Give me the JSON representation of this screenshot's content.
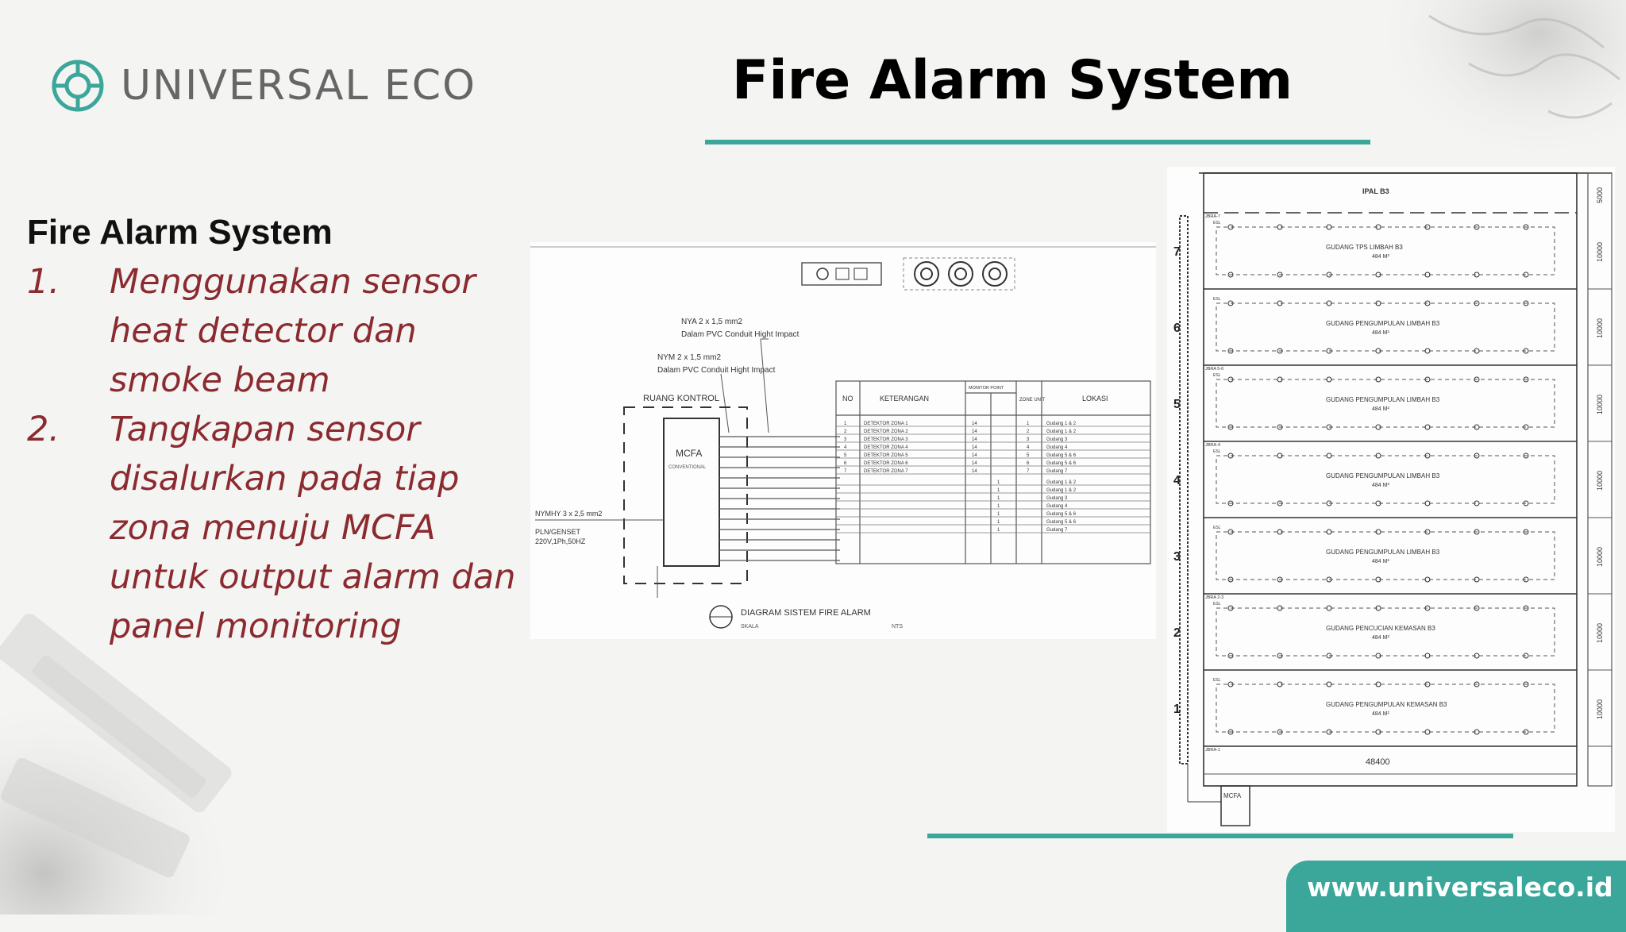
{
  "brand": {
    "name": "UNIVERSAL ECO",
    "url": "www.universaleco.id"
  },
  "slide": {
    "title": "Fire Alarm System",
    "heading": "Fire Alarm System",
    "points": [
      {
        "num": "1.",
        "text": "Menggunakan sensor heat detector dan smoke beam"
      },
      {
        "num": "2.",
        "text": "Tangkapan sensor disalurkan pada tiap zona menuju MCFA untuk output alarm dan panel monitoring"
      }
    ]
  },
  "diagram1": {
    "cable1": "NYA 2 x 1,5 mm2",
    "cable1_note": "Dalam PVC Conduit Hight Impact",
    "cable2": "NYM 2 x 1,5 mm2",
    "cable2_note": "Dalam PVC Conduit Hight Impact",
    "room": "RUANG KONTROL",
    "panel": "MCFA",
    "panel_sub": "CONVENTIONAL",
    "supply_cable": "NYMHY 3 x 2,5 mm2",
    "supply": "PLN/GENSET",
    "supply_spec": "220V,1Ph,50HZ",
    "caption": "DIAGRAM SISTEM FIRE ALARM",
    "caption_left": "SKALA",
    "caption_right": "NTS",
    "table_headers": {
      "no": "NO",
      "keterangan": "KETERANGAN",
      "monitor": "MONITOR POINT",
      "zone": "ZONE UNIT",
      "lokasi": "LOKASI"
    },
    "rows": [
      {
        "no": "1",
        "ket": "DETEKTOR ZONA 1",
        "mp": "14",
        "zone": "1",
        "lok": "Gudang 1 & 2"
      },
      {
        "no": "2",
        "ket": "DETEKTOR ZONA 2",
        "mp": "14",
        "zone": "2",
        "lok": "Gudang 1 & 2"
      },
      {
        "no": "3",
        "ket": "DETEKTOR ZONA 3",
        "mp": "14",
        "zone": "3",
        "lok": "Gudang 3"
      },
      {
        "no": "4",
        "ket": "DETEKTOR ZONA 4",
        "mp": "14",
        "zone": "4",
        "lok": "Gudang 4"
      },
      {
        "no": "5",
        "ket": "DETEKTOR ZONA 5",
        "mp": "14",
        "zone": "5",
        "lok": "Gudang 5 & 6"
      },
      {
        "no": "6",
        "ket": "DETEKTOR ZONA 6",
        "mp": "14",
        "zone": "6",
        "lok": "Gudang 5 & 6"
      },
      {
        "no": "7",
        "ket": "DETEKTOR ZONA 7",
        "mp": "14",
        "zone": "7",
        "lok": "Gudang 7"
      }
    ],
    "rows_extra": [
      {
        "mp2": "1",
        "lok": "Gudang 1 & 2"
      },
      {
        "mp2": "1",
        "lok": "Gudang 1 & 2"
      },
      {
        "mp2": "1",
        "lok": "Gudang 3"
      },
      {
        "mp2": "1",
        "lok": "Gudang 4"
      },
      {
        "mp2": "1",
        "lok": "Gudang 5 & 6"
      },
      {
        "mp2": "1",
        "lok": "Gudang 5 & 6"
      },
      {
        "mp2": "1",
        "lok": "Gudang 7"
      }
    ]
  },
  "diagram2": {
    "top_label": "IPAL B3",
    "floors": [
      {
        "num": "7",
        "name": "GUDANG TPS LIMBAH B3",
        "area": "484 M²",
        "dim": "10000"
      },
      {
        "num": "6",
        "name": "GUDANG PENGUMPULAN LIMBAH B3",
        "area": "484 M²",
        "dim": "10000"
      },
      {
        "num": "5",
        "name": "GUDANG PENGUMPULAN LIMBAH B3",
        "area": "484 M²",
        "dim": "10000"
      },
      {
        "num": "4",
        "name": "GUDANG PENGUMPULAN LIMBAH B3",
        "area": "484 M²",
        "dim": "10000"
      },
      {
        "num": "3",
        "name": "GUDANG PENGUMPULAN LIMBAH B3",
        "area": "484 M²",
        "dim": "10000"
      },
      {
        "num": "2",
        "name": "GUDANG PENCUCIAN KEMASAN B3",
        "area": "484 M²",
        "dim": "10000"
      },
      {
        "num": "1",
        "name": "GUDANG PENGUMPULAN KEMASAN B3",
        "area": "484 M²",
        "dim": "10000"
      }
    ],
    "top_dim": "5000",
    "width_dim": "48400",
    "panel": "MCFA",
    "esl": "ESL",
    "jb_labels": [
      "JBRA-7",
      "JBRA 5-6",
      "JBRA-4",
      "JBRA 2-3",
      "JBRA-1"
    ]
  }
}
